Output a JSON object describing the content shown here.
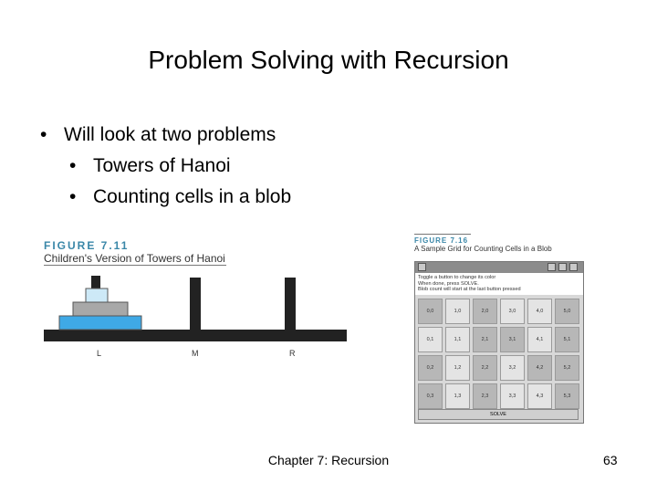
{
  "slide": {
    "title": "Problem Solving with Recursion",
    "bullets": {
      "b1": "Will look at two problems",
      "b2": "Towers of Hanoi",
      "b3": "Counting cells in a blob"
    },
    "footer": "Chapter 7: Recursion",
    "page_number": "63"
  },
  "figure_711": {
    "number": "FIGURE 7.11",
    "caption": "Children's Version of Towers of Hanoi",
    "pegs": [
      "L",
      "M",
      "R"
    ],
    "colors": {
      "disk_small": "#cde9f7",
      "disk_mid": "#a8a8a8",
      "disk_large": "#3fa9e6",
      "base": "#222222"
    }
  },
  "figure_716": {
    "number": "FIGURE 7.16",
    "caption": "A Sample Grid for Counting Cells in a Blob",
    "instructions": [
      "Toggle a button to change its color",
      "When done, press SOLVE.",
      "Blob count will start at the last button pressed"
    ],
    "button": "SOLVE",
    "cells": [
      [
        "0,0",
        "1,0",
        "2,0",
        "3,0",
        "4,0",
        "5,0"
      ],
      [
        "0,1",
        "1,1",
        "2,1",
        "3,1",
        "4,1",
        "5,1"
      ],
      [
        "0,2",
        "1,2",
        "2,2",
        "3,2",
        "4,2",
        "5,2"
      ],
      [
        "0,3",
        "1,3",
        "2,3",
        "3,3",
        "4,3",
        "5,3"
      ]
    ]
  }
}
